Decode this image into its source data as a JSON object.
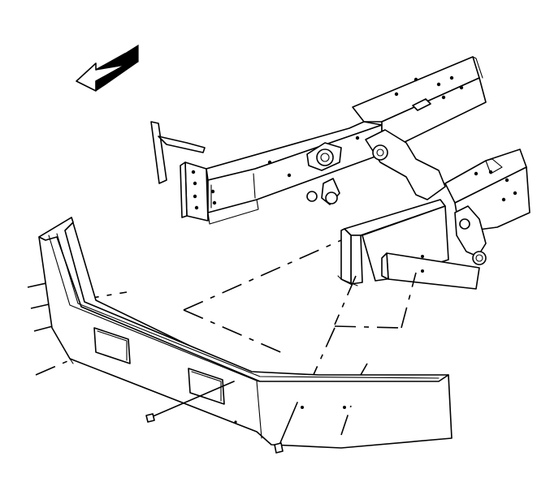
{
  "figure": {
    "components": [
      {
        "name": "direction-arrow",
        "icon": "arrow-left-icon"
      },
      {
        "name": "frame-rail-left"
      },
      {
        "name": "frame-rail-right"
      },
      {
        "name": "bumper-bracket-left"
      },
      {
        "name": "bumper-bracket-right"
      },
      {
        "name": "front-bumper"
      },
      {
        "name": "bumper-bolt-left"
      },
      {
        "name": "bumper-bolt-right"
      }
    ]
  }
}
